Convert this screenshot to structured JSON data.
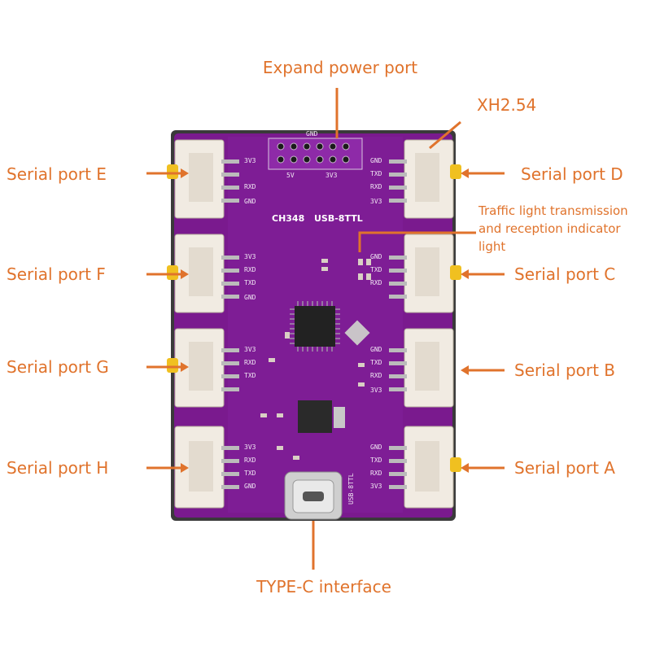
{
  "labels": {
    "expand_power_port": "Expand power port",
    "xh254": "XH2.54",
    "serial_port_e": "Serial port E",
    "serial_port_d": "Serial port D",
    "traffic_light_line1": "Traffic light transmission",
    "traffic_light_line2": "and reception indicator",
    "traffic_light_line3": "light",
    "serial_port_f": "Serial port F",
    "serial_port_c": "Serial port C",
    "serial_port_g": "Serial port G",
    "serial_port_b": "Serial port B",
    "serial_port_h": "Serial port H",
    "serial_port_a": "Serial port A",
    "type_c_interface": "TYPE-C interface"
  },
  "board": {
    "chip_name": "CH348",
    "model": "USB-8TTL",
    "gnd_label": "GND",
    "power_5v": "5V",
    "power_3v3": "3V3",
    "pin_3v3": "3V3",
    "pin_txd": "TXD",
    "pin_rxd": "RXD",
    "pin_gnd": "GND"
  },
  "colors": {
    "pcb": "#7a1a8e",
    "callout": "#e0732c",
    "connector": "#f1ebe2",
    "pin_header": "#1a1a1a"
  }
}
